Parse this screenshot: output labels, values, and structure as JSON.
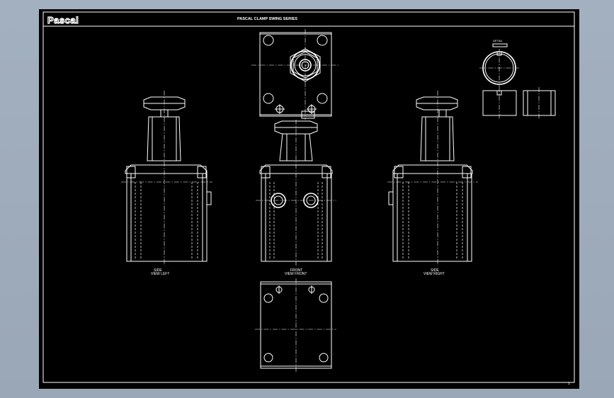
{
  "sheet": {
    "brand": "Pascal",
    "title": "PASCAL  CLAMP  SWING  SERIES",
    "page_number": "1"
  },
  "views": {
    "left_label": "SIDE",
    "left_sub": "VIEW LEFT",
    "front_label": "FRONT",
    "front_sub": "VIEW FRONT",
    "right_label": "SIDE",
    "right_sub": "VIEW RIGHT",
    "detail_tag": "DETAIL"
  },
  "colors": {
    "background": "#a3b0c0",
    "sheet": "#000000",
    "lines": "#ffffff"
  }
}
